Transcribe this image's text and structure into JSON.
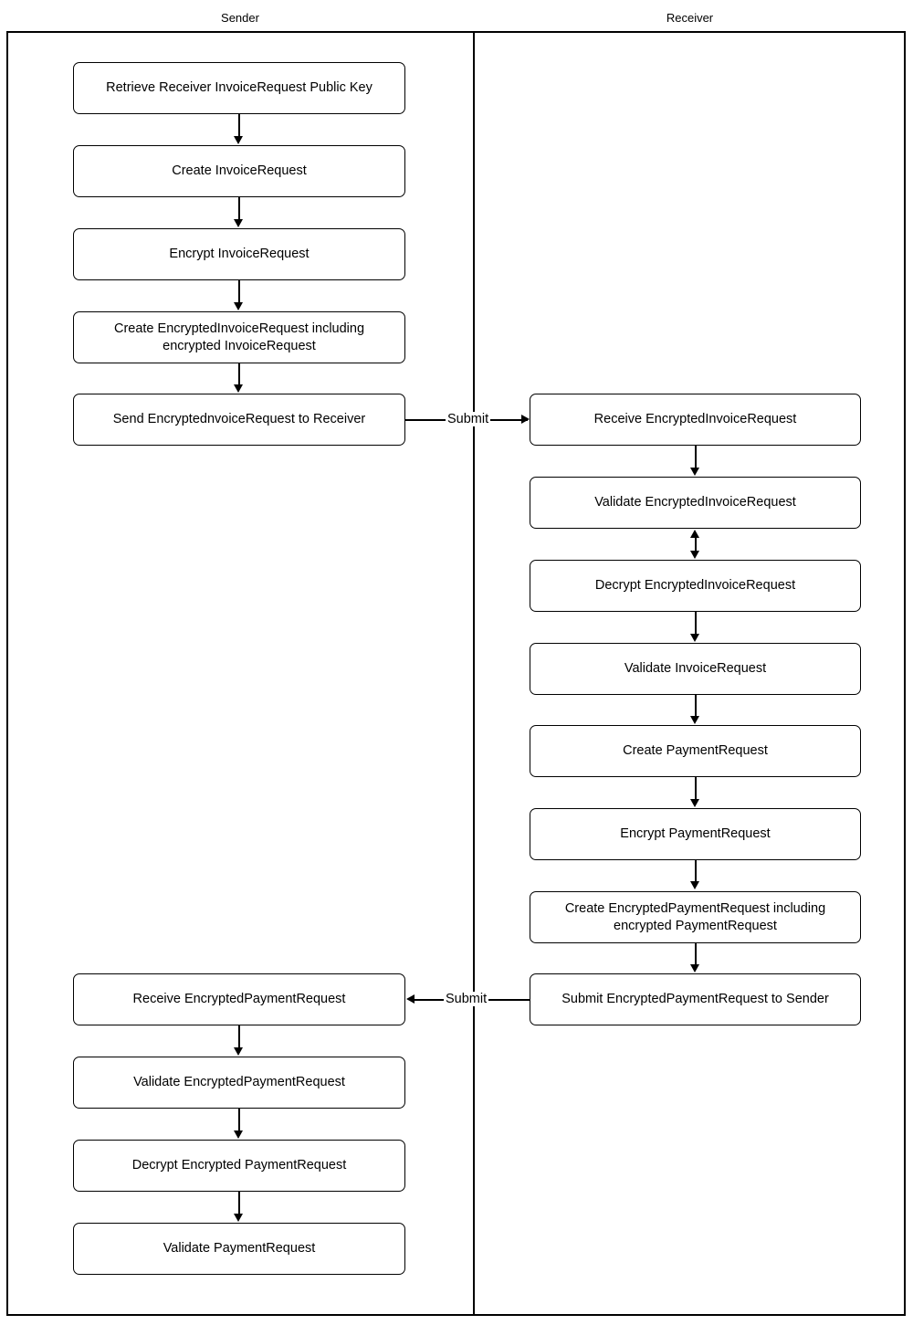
{
  "diagram": {
    "type": "swimlane-flowchart",
    "lanes": [
      {
        "id": "sender",
        "label": "Sender"
      },
      {
        "id": "receiver",
        "label": "Receiver"
      }
    ],
    "nodes": [
      {
        "id": "n1",
        "lane": "sender",
        "label": "Retrieve Receiver InvoiceRequest Public Key"
      },
      {
        "id": "n2",
        "lane": "sender",
        "label": "Create InvoiceRequest"
      },
      {
        "id": "n3",
        "lane": "sender",
        "label": "Encrypt InvoiceRequest"
      },
      {
        "id": "n4",
        "lane": "sender",
        "label": "Create EncryptedInvoiceRequest including\nencrypted InvoiceRequest"
      },
      {
        "id": "n5",
        "lane": "sender",
        "label": "Send EncryptednvoiceRequest to Receiver"
      },
      {
        "id": "n6",
        "lane": "receiver",
        "label": "Receive EncryptedInvoiceRequest"
      },
      {
        "id": "n7",
        "lane": "receiver",
        "label": "Validate EncryptedInvoiceRequest"
      },
      {
        "id": "n8",
        "lane": "receiver",
        "label": "Decrypt EncryptedInvoiceRequest"
      },
      {
        "id": "n9",
        "lane": "receiver",
        "label": "Validate InvoiceRequest"
      },
      {
        "id": "n10",
        "lane": "receiver",
        "label": "Create PaymentRequest"
      },
      {
        "id": "n11",
        "lane": "receiver",
        "label": "Encrypt PaymentRequest"
      },
      {
        "id": "n12",
        "lane": "receiver",
        "label": "Create EncryptedPaymentRequest including\nencrypted PaymentRequest"
      },
      {
        "id": "n13",
        "lane": "receiver",
        "label": "Submit EncryptedPaymentRequest to Sender"
      },
      {
        "id": "n14",
        "lane": "sender",
        "label": "Receive EncryptedPaymentRequest"
      },
      {
        "id": "n15",
        "lane": "sender",
        "label": "Validate EncryptedPaymentRequest"
      },
      {
        "id": "n16",
        "lane": "sender",
        "label": "Decrypt Encrypted PaymentRequest"
      },
      {
        "id": "n17",
        "lane": "sender",
        "label": "Validate PaymentRequest"
      }
    ],
    "edges": [
      {
        "from": "n1",
        "to": "n2",
        "label": "",
        "direction": "down"
      },
      {
        "from": "n2",
        "to": "n3",
        "label": "",
        "direction": "down"
      },
      {
        "from": "n3",
        "to": "n4",
        "label": "",
        "direction": "down"
      },
      {
        "from": "n4",
        "to": "n5",
        "label": "",
        "direction": "down"
      },
      {
        "from": "n5",
        "to": "n6",
        "label": "Submit",
        "direction": "right"
      },
      {
        "from": "n6",
        "to": "n7",
        "label": "",
        "direction": "down"
      },
      {
        "from": "n7",
        "to": "n8",
        "label": "",
        "direction": "bidirectional"
      },
      {
        "from": "n8",
        "to": "n9",
        "label": "",
        "direction": "down"
      },
      {
        "from": "n9",
        "to": "n10",
        "label": "",
        "direction": "down"
      },
      {
        "from": "n10",
        "to": "n11",
        "label": "",
        "direction": "down"
      },
      {
        "from": "n11",
        "to": "n12",
        "label": "",
        "direction": "down"
      },
      {
        "from": "n12",
        "to": "n13",
        "label": "",
        "direction": "down"
      },
      {
        "from": "n13",
        "to": "n14",
        "label": "Submit",
        "direction": "left"
      },
      {
        "from": "n14",
        "to": "n15",
        "label": "",
        "direction": "down"
      },
      {
        "from": "n15",
        "to": "n16",
        "label": "",
        "direction": "down"
      },
      {
        "from": "n16",
        "to": "n17",
        "label": "",
        "direction": "down"
      }
    ],
    "colors": {
      "stroke": "#000000",
      "fill": "#ffffff",
      "text": "#000000"
    }
  }
}
